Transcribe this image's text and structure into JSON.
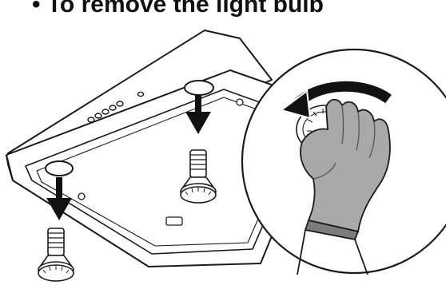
{
  "instruction": {
    "heading": "• To remove the light bulb"
  },
  "illustration": {
    "subject": "range hood underside with two recessed light bulbs",
    "icons": [
      "range-hood",
      "control-buttons",
      "light-bulb",
      "down-arrow",
      "rotation-arrow",
      "gloved-hand",
      "detail-magnifier-circle"
    ],
    "colors": {
      "line": "#1a1a1a",
      "glove": "#a9a9a9",
      "glove_shadow": "#7d7d7d",
      "background": "#ffffff"
    }
  }
}
